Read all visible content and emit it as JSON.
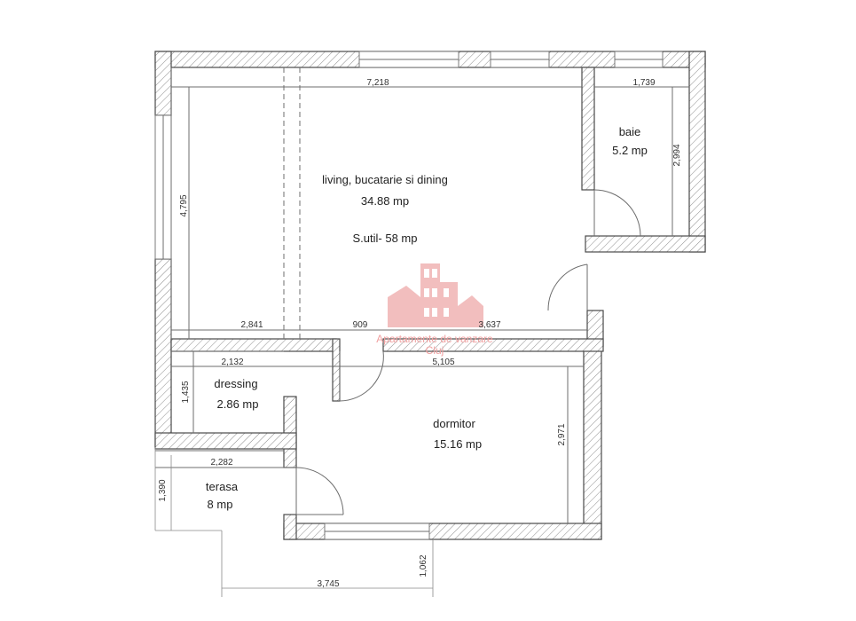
{
  "colors": {
    "wall": "#4a4a4a",
    "hatch": "#8c8c8c",
    "dimension": "#8a8a8a",
    "text": "#222222",
    "watermark": "#f0a0a0"
  },
  "rooms": {
    "living": {
      "name": "living, bucatarie si dining",
      "area": "34.88 mp"
    },
    "usable": {
      "label": "S.util- 58 mp"
    },
    "bath": {
      "name": "baie",
      "area": "5.2 mp"
    },
    "dressing": {
      "name": "dressing",
      "area": "2.86 mp"
    },
    "bedroom": {
      "name": "dormitor",
      "area": "15.16 mp"
    },
    "terrace": {
      "name": "terasa",
      "area": "8 mp"
    }
  },
  "dimensions": {
    "d7218": "7,218",
    "d1739": "1,739",
    "d4795": "4,795",
    "d2994": "2,994",
    "d2841": "2,841",
    "d909": "909",
    "d3637": "3,637",
    "d2132": "2,132",
    "d5105": "5,105",
    "d1435": "1,435",
    "d2971": "2,971",
    "d2282": "2,282",
    "d1390": "1,390",
    "d1062": "1,062",
    "d3745": "3,745"
  },
  "watermark": {
    "line1": "Apartamente de vanzare",
    "line2": "Cluj"
  }
}
